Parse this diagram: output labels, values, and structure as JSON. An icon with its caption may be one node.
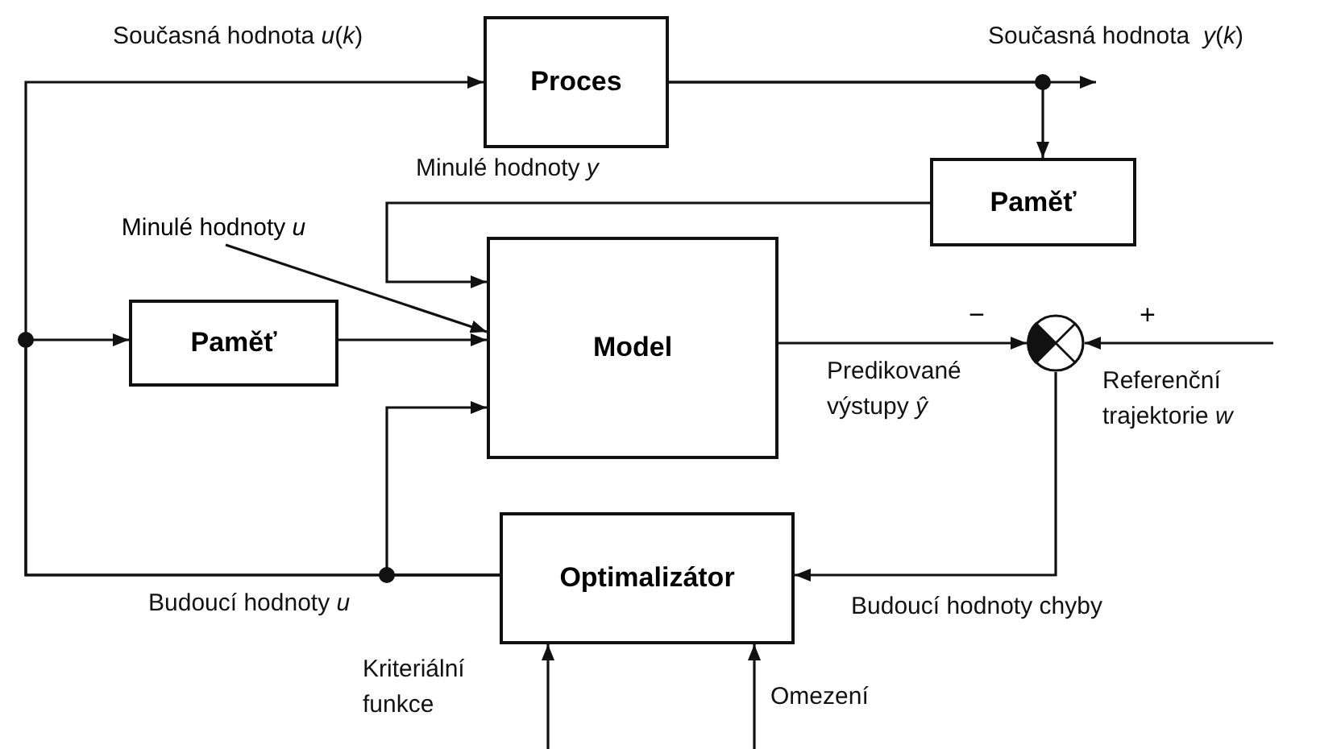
{
  "diagram": {
    "nodes": [
      {
        "text": [
          "Proces"
        ]
      },
      {
        "text": [
          "Paměť"
        ]
      },
      {
        "text": [
          "Minulé hodnoty *u*"
        ]
      },
      {
        "text": [
          "Model"
        ]
      },
      {
        "text": [
          "Paměť"
        ]
      },
      {
        "text": [],
        "shape": "circle"
      },
      {
        "text": [
          "Optimalizátor"
        ]
      }
    ],
    "edges": [
      {
        "from": 6,
        "to": 0,
        "arrow": "to",
        "label": "Současná hodnota *u*(*k*)"
      },
      {
        "from": 6,
        "to": 4,
        "arrow": "to"
      },
      {
        "from": 6,
        "to": 3,
        "arrow": "to",
        "label": "Budoucí hodnoty *u*"
      },
      {
        "from": 0,
        "to": null,
        "arrow": "to",
        "label": "Současná hodnota  *y*(*k*)"
      },
      {
        "from": 0,
        "to": 1,
        "arrow": "to"
      },
      {
        "from": 1,
        "to": 3,
        "arrow": "to",
        "label": "Minulé hodnoty *y*"
      },
      {
        "from": 4,
        "to": 3,
        "arrow": "to"
      },
      {
        "from": 3,
        "to": 5,
        "arrow": "to",
        "label": "Predikované výstupy *ŷ*"
      },
      {
        "from": null,
        "to": 5,
        "arrow": "to",
        "label": "Referenční trajektorie *w*"
      },
      {
        "from": 5,
        "to": 6,
        "arrow": "to",
        "label": "Budoucí hodnoty chyby"
      },
      {
        "from": null,
        "to": 6,
        "arrow": "to",
        "label": "Kriteriální funkce"
      },
      {
        "from": null,
        "to": 6,
        "arrow": "to",
        "label": "Omezení"
      },
      {
        "from": 2,
        "to": 3,
        "arrow": "to"
      }
    ],
    "labels": [
      "−",
      "+"
    ]
  }
}
